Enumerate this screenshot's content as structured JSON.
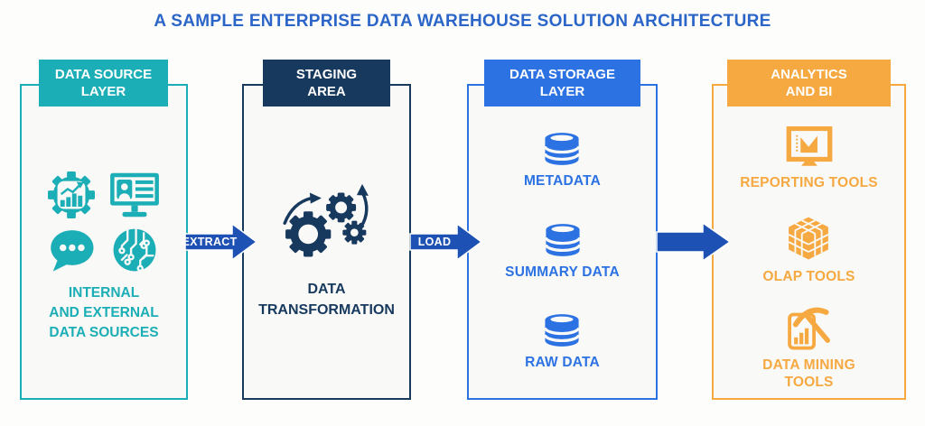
{
  "title": "A SAMPLE ENTERPRISE DATA WAREHOUSE SOLUTION ARCHITECTURE",
  "colors": {
    "teal": "#1caeb6",
    "navy": "#17395e",
    "blue": "#2c72e3",
    "arrow_blue": "#1d52b4",
    "orange": "#f6a841",
    "title_blue": "#2b65c7",
    "box_bg": "#f9f9f7",
    "page_bg": "#fdfdfc"
  },
  "columns": [
    {
      "header": "DATA SOURCE\nLAYER",
      "icons": [
        "gear-chart-icon",
        "monitor-user-icon",
        "chat-dots-icon",
        "circuit-chip-icon"
      ],
      "label": "INTERNAL\nAND EXTERNAL\nDATA SOURCES"
    },
    {
      "header": "STAGING\nAREA",
      "icons": [
        "gears-transform-icon"
      ],
      "label": "DATA\nTRANSFORMATION"
    },
    {
      "header": "DATA STORAGE\nLAYER",
      "items": [
        {
          "icon": "database-icon",
          "label": "METADATA"
        },
        {
          "icon": "database-icon",
          "label": "SUMMARY DATA"
        },
        {
          "icon": "database-icon",
          "label": "RAW DATA"
        }
      ]
    },
    {
      "header": "ANALYTICS\nAND BI",
      "items": [
        {
          "icon": "reporting-monitor-icon",
          "label": "REPORTING TOOLS"
        },
        {
          "icon": "olap-cube-icon",
          "label": "OLAP TOOLS"
        },
        {
          "icon": "data-mining-icon",
          "label": "DATA MINING\nTOOLS"
        }
      ]
    }
  ],
  "arrows": [
    {
      "label": "EXTRACT"
    },
    {
      "label": "LOAD"
    },
    {
      "label": ""
    }
  ]
}
